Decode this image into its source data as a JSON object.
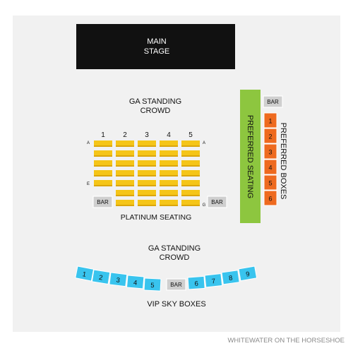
{
  "colors": {
    "background": "#f1f1f1",
    "stage": "#111111",
    "platinum": "#f5c518",
    "preferred_seating": "#8dc63f",
    "preferred_boxes": "#ee6a1f",
    "vip_boxes": "#39c4ee",
    "bar": "#cfcfcf"
  },
  "stage": {
    "line1": "MAIN",
    "line2": "STAGE"
  },
  "ga_top": {
    "line1": "GA STANDING",
    "line2": "CROWD"
  },
  "ga_bottom": {
    "line1": "GA STANDING",
    "line2": "CROWD"
  },
  "platinum": {
    "label": "PLATINUM SEATING",
    "columns": [
      "1",
      "2",
      "3",
      "4",
      "5"
    ],
    "rows_left": [
      "A",
      "E"
    ],
    "row_right_top": "A",
    "row_right_bottom": "G",
    "bar_left": "BAR",
    "bar_right": "BAR"
  },
  "preferred_seating": {
    "label": "PREFERRED SEATING"
  },
  "preferred_boxes": {
    "label": "PREFERRED BOXES",
    "bar": "BAR",
    "boxes": [
      "1",
      "2",
      "3",
      "4",
      "5",
      "6"
    ]
  },
  "vip": {
    "label": "VIP SKY BOXES",
    "bar": "BAR",
    "boxes": [
      "1",
      "2",
      "3",
      "4",
      "5",
      "6",
      "7",
      "8",
      "9"
    ]
  },
  "venue_name": "WHITEWATER ON THE HORSESHOE"
}
